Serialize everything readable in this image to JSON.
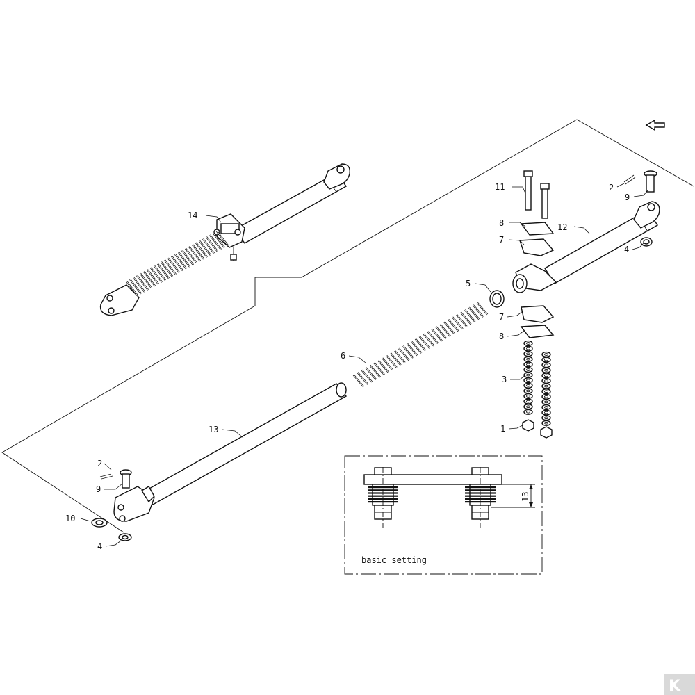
{
  "callouts": [
    {
      "id": "c14",
      "text": "14"
    },
    {
      "id": "c11",
      "text": "11"
    },
    {
      "id": "c2a",
      "text": "2"
    },
    {
      "id": "c9a",
      "text": "9"
    },
    {
      "id": "c8a",
      "text": "8"
    },
    {
      "id": "c12",
      "text": "12"
    },
    {
      "id": "c7a",
      "text": "7"
    },
    {
      "id": "c4a",
      "text": "4"
    },
    {
      "id": "c5",
      "text": "5"
    },
    {
      "id": "c7b",
      "text": "7"
    },
    {
      "id": "c8b",
      "text": "8"
    },
    {
      "id": "c6",
      "text": "6"
    },
    {
      "id": "c3",
      "text": "3"
    },
    {
      "id": "c1",
      "text": "1"
    },
    {
      "id": "c13",
      "text": "13"
    },
    {
      "id": "c2b",
      "text": "2"
    },
    {
      "id": "c9b",
      "text": "9"
    },
    {
      "id": "c10",
      "text": "10"
    },
    {
      "id": "c4b",
      "text": "4"
    }
  ],
  "detail_box": {
    "caption": "basic setting",
    "dimension": "13"
  },
  "colors": {
    "line": "#111111",
    "logo": "#d9d9d9"
  },
  "icons": {
    "direction_arrow": "arrow-icon",
    "brand_logo": "logo-icon"
  }
}
